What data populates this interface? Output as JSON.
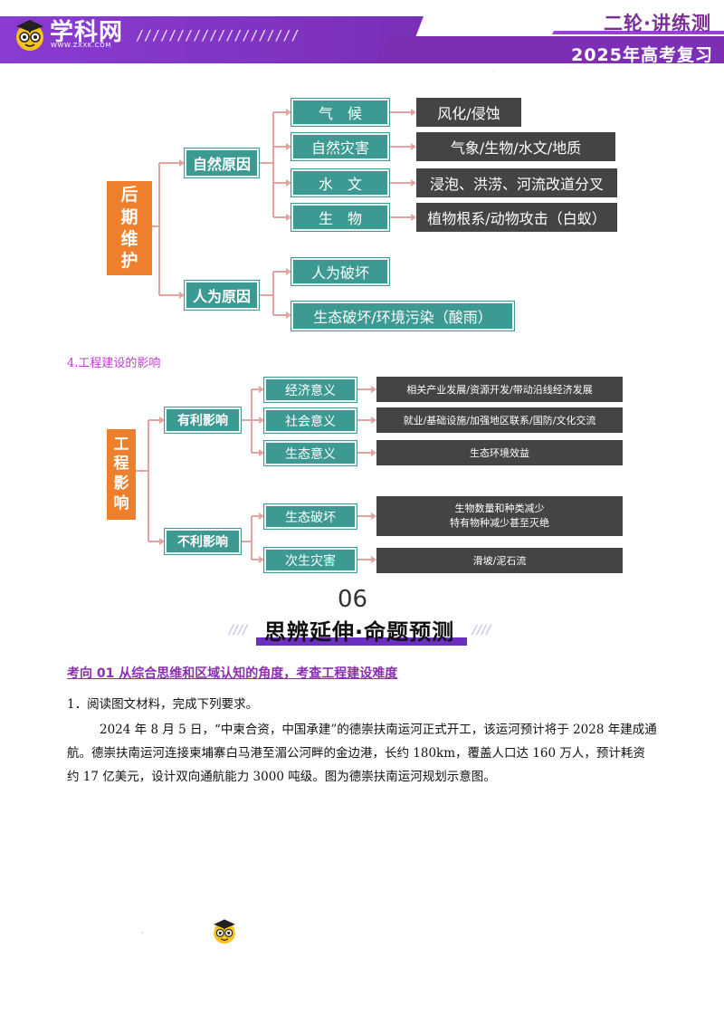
{
  "header": {
    "logo_name": "学科网",
    "logo_url": "WWW.ZXXK.COM",
    "slashes": "////////////////////",
    "title": "二轮·讲练测",
    "subtitle": "2025年高考复习",
    "colors": {
      "primary": "#7b2fbe",
      "accent": "#9b3fd6"
    }
  },
  "diagram1": {
    "root": [
      "后",
      "期",
      "维",
      "护"
    ],
    "branches": [
      {
        "label": "自然原因",
        "children": [
          {
            "label": "气　候",
            "detail": "风化/侵蚀"
          },
          {
            "label": "自然灾害",
            "detail": "气象/生物/水文/地质"
          },
          {
            "label": "水　文",
            "detail": "浸泡、洪涝、河流改道分叉"
          },
          {
            "label": "生　物",
            "detail": "植物根系/动物攻击（白蚁）"
          }
        ]
      },
      {
        "label": "人为原因",
        "children": [
          {
            "label": "人为破坏"
          },
          {
            "label": "生态破坏/环境污染（酸雨）"
          }
        ]
      }
    ]
  },
  "section4": {
    "label": "4.工程建设的影响"
  },
  "diagram2": {
    "root": [
      "工",
      "程",
      "影",
      "响"
    ],
    "branches": [
      {
        "label": "有利影响",
        "children": [
          {
            "label": "经济意义",
            "detail": "相关产业发展/资源开发/带动沿线经济发展"
          },
          {
            "label": "社会意义",
            "detail": "就业/基础设施/加强地区联系/国防/文化交流"
          },
          {
            "label": "生态意义",
            "detail": "生态环境效益"
          }
        ]
      },
      {
        "label": "不利影响",
        "children": [
          {
            "label": "生态破坏",
            "detail_lines": [
              "生物数量和种类减少",
              "特有物种减少甚至灭绝"
            ]
          },
          {
            "label": "次生灾害",
            "detail": "滑坡/泥石流"
          }
        ]
      }
    ]
  },
  "banner": {
    "number": "06",
    "title": "思辨延伸·命题预测",
    "ticks": "////"
  },
  "kaoxiang": {
    "text": "考向 01 从综合思维和区域认知的角度，考查工程建设难度"
  },
  "question": {
    "intro": "1．阅读图文材料，完成下列要求。",
    "lines": [
      "2024 年 8 月 5 日，“中柬合资，中国承建”的德崇扶南运河正式开工，该运河预计将于 2028 年建成通",
      "航。德崇扶南运河连接柬埔寨白马港至湄公河畔的金边港，长约 180km，覆盖人口达 160 万人，预计耗资",
      "约 17 亿美元，设计双向通航能力 3000 吨级。图为德崇扶南运河规划示意图。"
    ]
  }
}
